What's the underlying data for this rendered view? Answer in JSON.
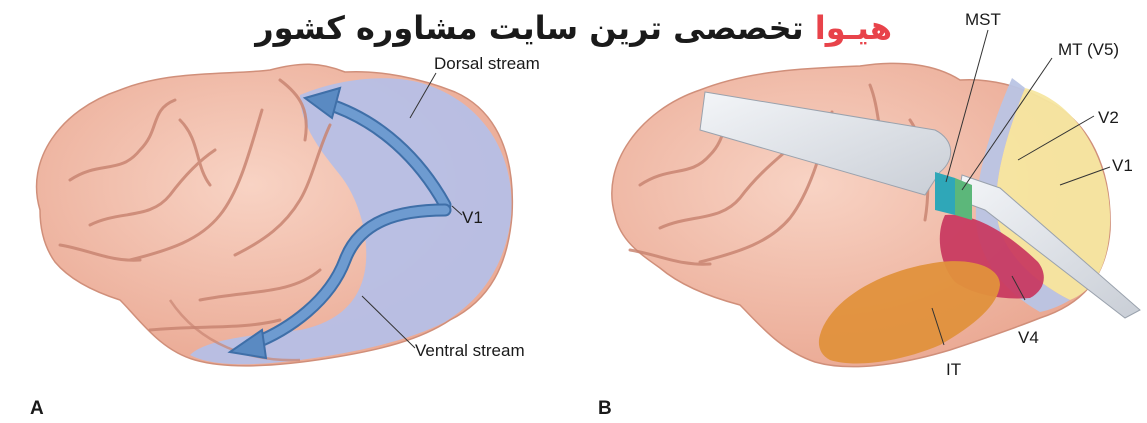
{
  "watermark": {
    "brand": "هیـوا",
    "rest": "تخصصی ترین سایت مشاوره کشور"
  },
  "panel_a": {
    "letter": "A",
    "labels": {
      "dorsal": "Dorsal stream",
      "v1": "V1",
      "ventral": "Ventral stream"
    }
  },
  "panel_b": {
    "letter": "B",
    "labels": {
      "mst": "MST",
      "mt": "MT (V5)",
      "v2": "V2",
      "v1": "V1",
      "v4": "V4",
      "it": "IT"
    }
  },
  "colors": {
    "brain": "#f2b9a4",
    "sulcus": "#c98572",
    "visual_cortex_a": "#b6bfe6",
    "arrow": "#5a8ac2",
    "v1": "#f5e6a0",
    "v2": "#b9c4e4",
    "v4": "#c8365e",
    "mst": "#2fa7b8",
    "mt": "#5cb77a",
    "it": "#e0913c",
    "slice": "#d9dde3",
    "watermark_brand": "#e8434a"
  }
}
